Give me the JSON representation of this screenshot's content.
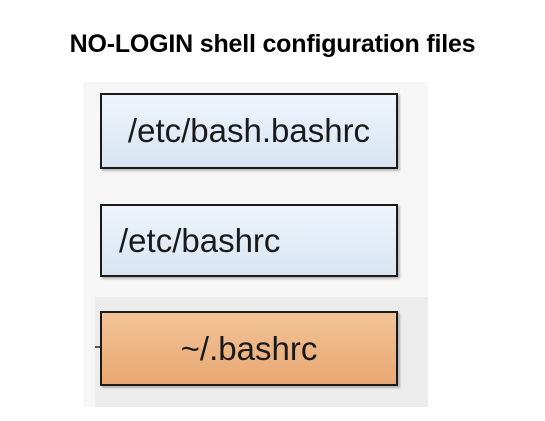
{
  "title": "NO-LOGIN shell configuration files",
  "files": [
    {
      "label": "/etc/bash.bashrc",
      "color": "#dbe6f3"
    },
    {
      "label": "/etc/bashrc",
      "color": "#dbe6f3"
    },
    {
      "label": "~/.bashrc",
      "color": "#eeb07c"
    }
  ]
}
